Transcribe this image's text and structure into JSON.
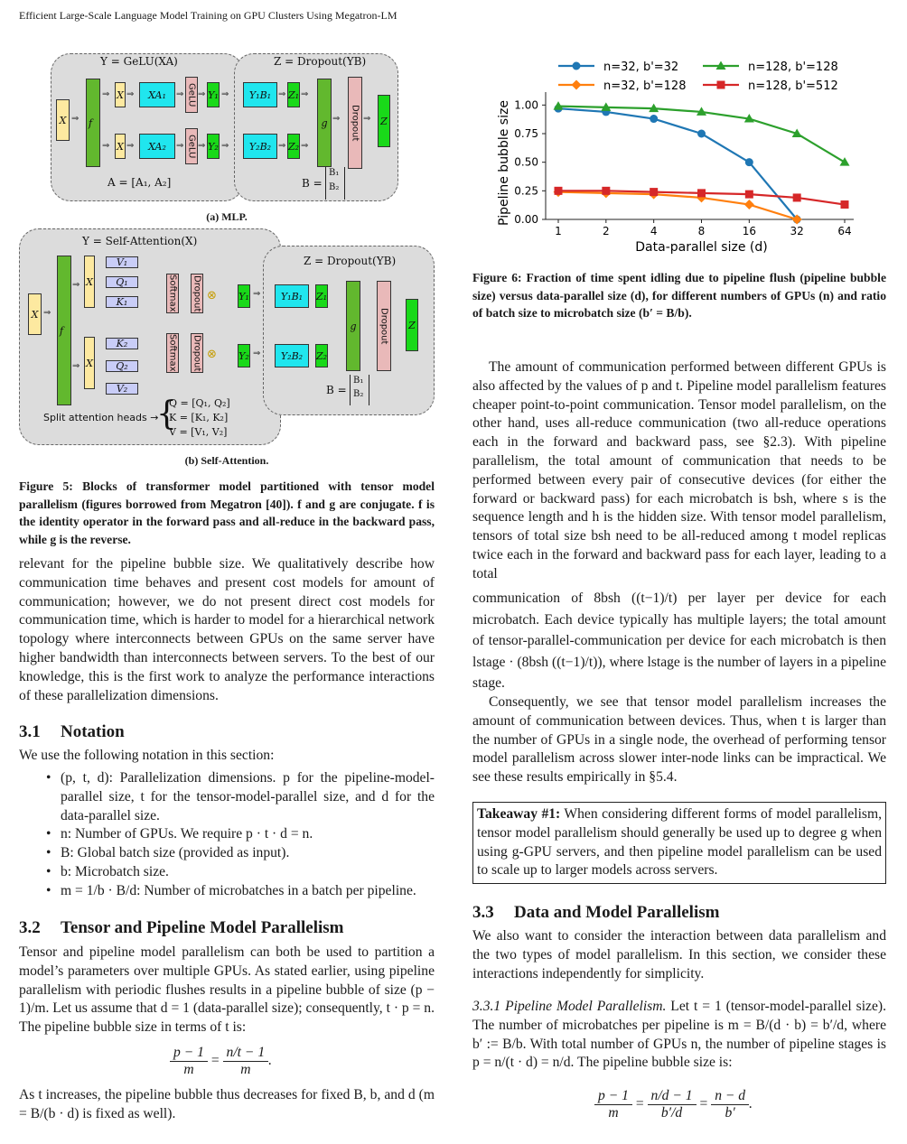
{
  "running_head": "Efficient Large-Scale Language Model Training on GPU Clusters Using Megatron-LM",
  "figure5": {
    "mlp": {
      "title_left": "Y = GeLU(XA)",
      "title_right": "Z = Dropout(YB)",
      "x": "X",
      "f": "f",
      "g": "g",
      "z": "Z",
      "xa1": "XA₁",
      "xa2": "XA₂",
      "gelu": "GeLU",
      "y1": "Y₁",
      "y2": "Y₂",
      "yb1": "Y₁B₁",
      "yb2": "Y₂B₂",
      "z1": "Z₁",
      "z2": "Z₂",
      "dropout": "Dropout",
      "a_eq": "A = [A₁, A₂]",
      "b_eq": "B =",
      "b_mat_top": "B₁",
      "b_mat_bot": "B₂",
      "caption": "(a) MLP."
    },
    "attn": {
      "title_left": "Y = Self-Attention(X)",
      "title_right": "Z = Dropout(YB)",
      "v1": "V₁",
      "q1": "Q₁",
      "k1": "K₁",
      "k2": "K₂",
      "q2": "Q₂",
      "v2": "V₂",
      "softmax": "Softmax",
      "dropout": "Dropout",
      "split_label": "Split attention heads →",
      "q_eq": "Q = [Q₁, Q₂]",
      "k_eq": "K = [K₁, K₂]",
      "v_eq": "V = [V₁, V₂]",
      "caption": "(b) Self-Attention."
    },
    "caption": "Figure 5: Blocks of transformer model partitioned with tensor model parallelism (figures borrowed from Megatron [40]). f and g are conjugate. f is the identity operator in the forward pass and all-reduce in the backward pass, while g is the reverse."
  },
  "chart_data": {
    "type": "line",
    "title": "",
    "xlabel": "Data-parallel size (d)",
    "ylabel": "Pipeline bubble size",
    "x": [
      "1",
      "2",
      "4",
      "8",
      "16",
      "32",
      "64"
    ],
    "ylim": [
      0,
      1.05
    ],
    "yticks": [
      "0.00",
      "0.25",
      "0.50",
      "0.75",
      "1.00"
    ],
    "grid": false,
    "legend_position": "top",
    "series": [
      {
        "name": "n=32, b'=32",
        "color": "#1f77b4",
        "marker": "circle",
        "values": [
          0.97,
          0.94,
          0.88,
          0.75,
          0.5,
          0.0,
          null
        ]
      },
      {
        "name": "n=32, b'=128",
        "color": "#ff7f0e",
        "marker": "diamond",
        "values": [
          0.24,
          0.23,
          0.22,
          0.19,
          0.13,
          0.0,
          null
        ]
      },
      {
        "name": "n=128, b'=128",
        "color": "#2ca02c",
        "marker": "triangle",
        "values": [
          0.99,
          0.98,
          0.97,
          0.94,
          0.88,
          0.75,
          0.5
        ]
      },
      {
        "name": "n=128, b'=512",
        "color": "#d62728",
        "marker": "square",
        "values": [
          0.25,
          0.25,
          0.24,
          0.23,
          0.22,
          0.19,
          0.13
        ]
      }
    ]
  },
  "figure6_caption": "Figure 6: Fraction of time spent idling due to pipeline flush (pipeline bubble size) versus data-parallel size (d), for different numbers of GPUs (n) and ratio of batch size to microbatch size (b′ = B/b).",
  "left": {
    "para1": "relevant for the pipeline bubble size. We qualitatively describe how communication time behaves and present cost models for amount of communication; however, we do not present direct cost models for communication time, which is harder to model for a hierarchical network topology where interconnects between GPUs on the same server have higher bandwidth than interconnects between servers. To the best of our knowledge, this is the first work to analyze the performance interactions of these parallelization dimensions.",
    "sec31_num": "3.1",
    "sec31_title": "Notation",
    "notation_intro": "We use the following notation in this section:",
    "bullets": [
      "(p, t, d): Parallelization dimensions. p for the pipeline-model-parallel size, t for the tensor-model-parallel size, and d for the data-parallel size.",
      "n: Number of GPUs. We require p · t · d = n.",
      "B: Global batch size (provided as input).",
      "b: Microbatch size.",
      "m = 1/b · B/d: Number of microbatches in a batch per pipeline."
    ],
    "sec32_num": "3.2",
    "sec32_title": "Tensor and Pipeline Model Parallelism",
    "para2": "Tensor and pipeline model parallelism can both be used to partition a model’s parameters over multiple GPUs. As stated earlier, using pipeline parallelism with periodic flushes results in a pipeline bubble of size (p − 1)/m. Let us assume that d = 1 (data-parallel size); consequently, t · p = n. The pipeline bubble size in terms of t is:",
    "eq1_lhs_num": "p − 1",
    "eq1_lhs_den": "m",
    "eq1_rhs_num": "n/t − 1",
    "eq1_rhs_den": "m",
    "para3": "As t increases, the pipeline bubble thus decreases for fixed B, b, and d (m = B/(b · d) is fixed as well)."
  },
  "right": {
    "para1": "The amount of communication performed between different GPUs is also affected by the values of p and t. Pipeline model parallelism features cheaper point-to-point communication. Tensor model parallelism, on the other hand, uses all-reduce communication (two all-reduce operations each in the forward and backward pass, see §2.3). With pipeline parallelism, the total amount of communication that needs to be performed between every pair of consecutive devices (for either the forward or backward pass) for each microbatch is bsh, where s is the sequence length and h is the hidden size. With tensor model parallelism, tensors of total size bsh need to be all-reduced among t model replicas twice each in the forward and backward pass for each layer, leading to a total",
    "para1b": "communication of 8bsh ((t−1)/t) per layer per device for each microbatch. Each device typically has multiple layers; the total amount of tensor-parallel-communication per device for each microbatch is then lstage · (8bsh ((t−1)/t)), where lstage is the number of layers in a pipeline stage.",
    "para2": "Consequently, we see that tensor model parallelism increases the amount of communication between devices. Thus, when t is larger than the number of GPUs in a single node, the overhead of performing tensor model parallelism across slower inter-node links can be impractical. We see these results empirically in §5.4.",
    "takeaway_label": "Takeaway #1:",
    "takeaway_text": " When considering different forms of model parallelism, tensor model parallelism should generally be used up to degree g when using g-GPU servers, and then pipeline model parallelism can be used to scale up to larger models across servers.",
    "sec33_num": "3.3",
    "sec33_title": "Data and Model Parallelism",
    "para3": "We also want to consider the interaction between data parallelism and the two types of model parallelism. In this section, we consider these interactions independently for simplicity.",
    "sub331": "3.3.1 Pipeline Model Parallelism.",
    "para4": " Let t = 1 (tensor-model-parallel size). The number of microbatches per pipeline is m = B/(d · b) = b′/d, where b′ := B/b. With total number of GPUs n, the number of pipeline stages is p = n/(t · d) = n/d. The pipeline bubble size is:",
    "eq2_a_num": "p − 1",
    "eq2_a_den": "m",
    "eq2_b_num": "n/d − 1",
    "eq2_b_den": "b′/d",
    "eq2_c_num": "n − d",
    "eq2_c_den": "b′"
  }
}
